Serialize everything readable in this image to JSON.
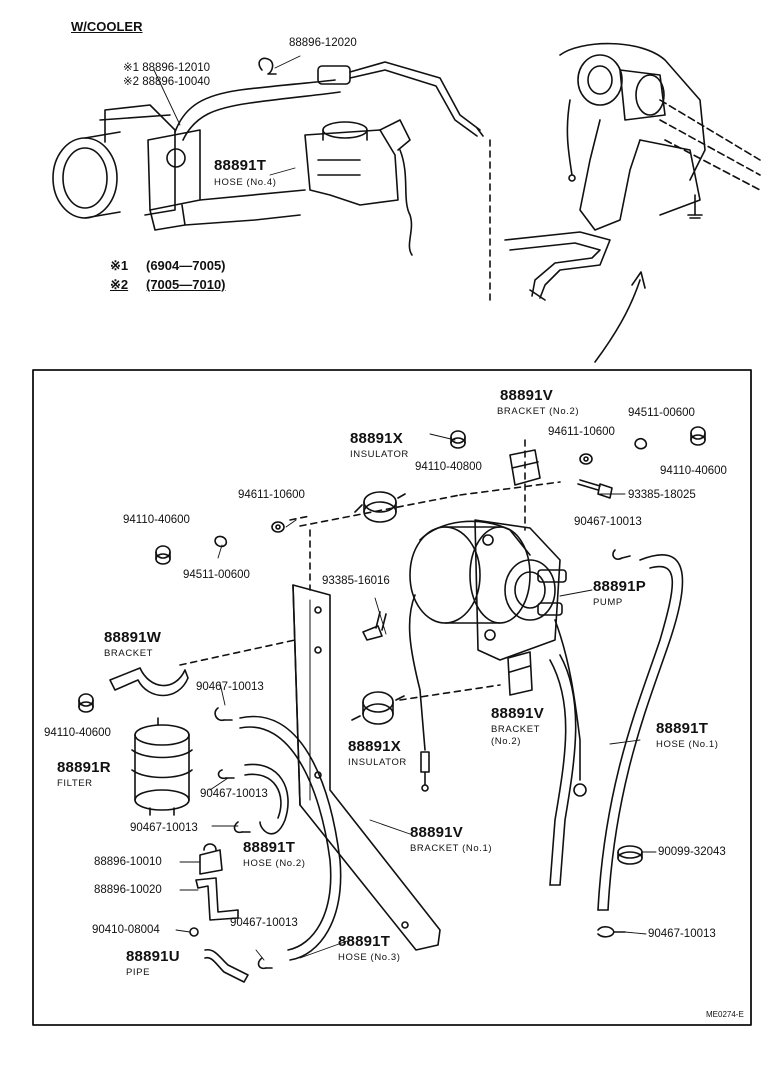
{
  "header": {
    "title": "W/COOLER"
  },
  "top_labels": {
    "p88896_12020": "88896-12020",
    "p88896_12010": "※1 88896-12010",
    "p88896_10040": "※2 88896-10040",
    "hose4_no": "88891T",
    "hose4_name": "HOSE (No.4)"
  },
  "legend": {
    "line1_mark": "※1",
    "line1_range": "(6904—7005)",
    "line2_mark": "※2",
    "line2_range": "(7005—7010)"
  },
  "parts": {
    "bracket2_top_no": "88891V",
    "bracket2_top_name": "BRACKET (No.2)",
    "p94511_00600_a": "94511-00600",
    "p94611_10600_a": "94611-10600",
    "p94110_40600_a": "94110-40600",
    "p93385_18025": "93385-18025",
    "insulator_top_no": "88891X",
    "insulator_top_name": "INSULATOR",
    "p94110_40800": "94110-40800",
    "p94611_10600_b": "94611-10600",
    "p94110_40600_b": "94110-40600",
    "p94511_00600_b": "94511-00600",
    "p90467_10013_a": "90467-10013",
    "pump_no": "88891P",
    "pump_name": "PUMP",
    "p93385_16016": "93385-16016",
    "bracket_w_no": "88891W",
    "bracket_w_name": "BRACKET",
    "p90467_10013_b": "90467-10013",
    "p94110_40600_c": "94110-40600",
    "insulator_bot_no": "88891X",
    "insulator_bot_name": "INSULATOR",
    "bracket2_bot_no": "88891V",
    "bracket2_bot_name1": "BRACKET",
    "bracket2_bot_name2": "(No.2)",
    "hose1_no": "88891T",
    "hose1_name": "HOSE (No.1)",
    "filter_no": "88891R",
    "filter_name": "FILTER",
    "p90467_10013_c": "90467-10013",
    "p90467_10013_d": "90467-10013",
    "hose2_no": "88891T",
    "hose2_name": "HOSE (No.2)",
    "bracket1_no": "88891V",
    "bracket1_name": "BRACKET (No.1)",
    "p90099_32043": "90099-32043",
    "p88896_10010": "88896-10010",
    "p88896_10020": "88896-10020",
    "p90410_08004": "90410-08004",
    "p90467_10013_e": "90467-10013",
    "hose3_no": "88891T",
    "hose3_name": "HOSE (No.3)",
    "pipe_no": "88891U",
    "pipe_name": "PIPE",
    "p90467_10013_f": "90467-10013"
  },
  "footer": {
    "code": "ME0274-E"
  }
}
